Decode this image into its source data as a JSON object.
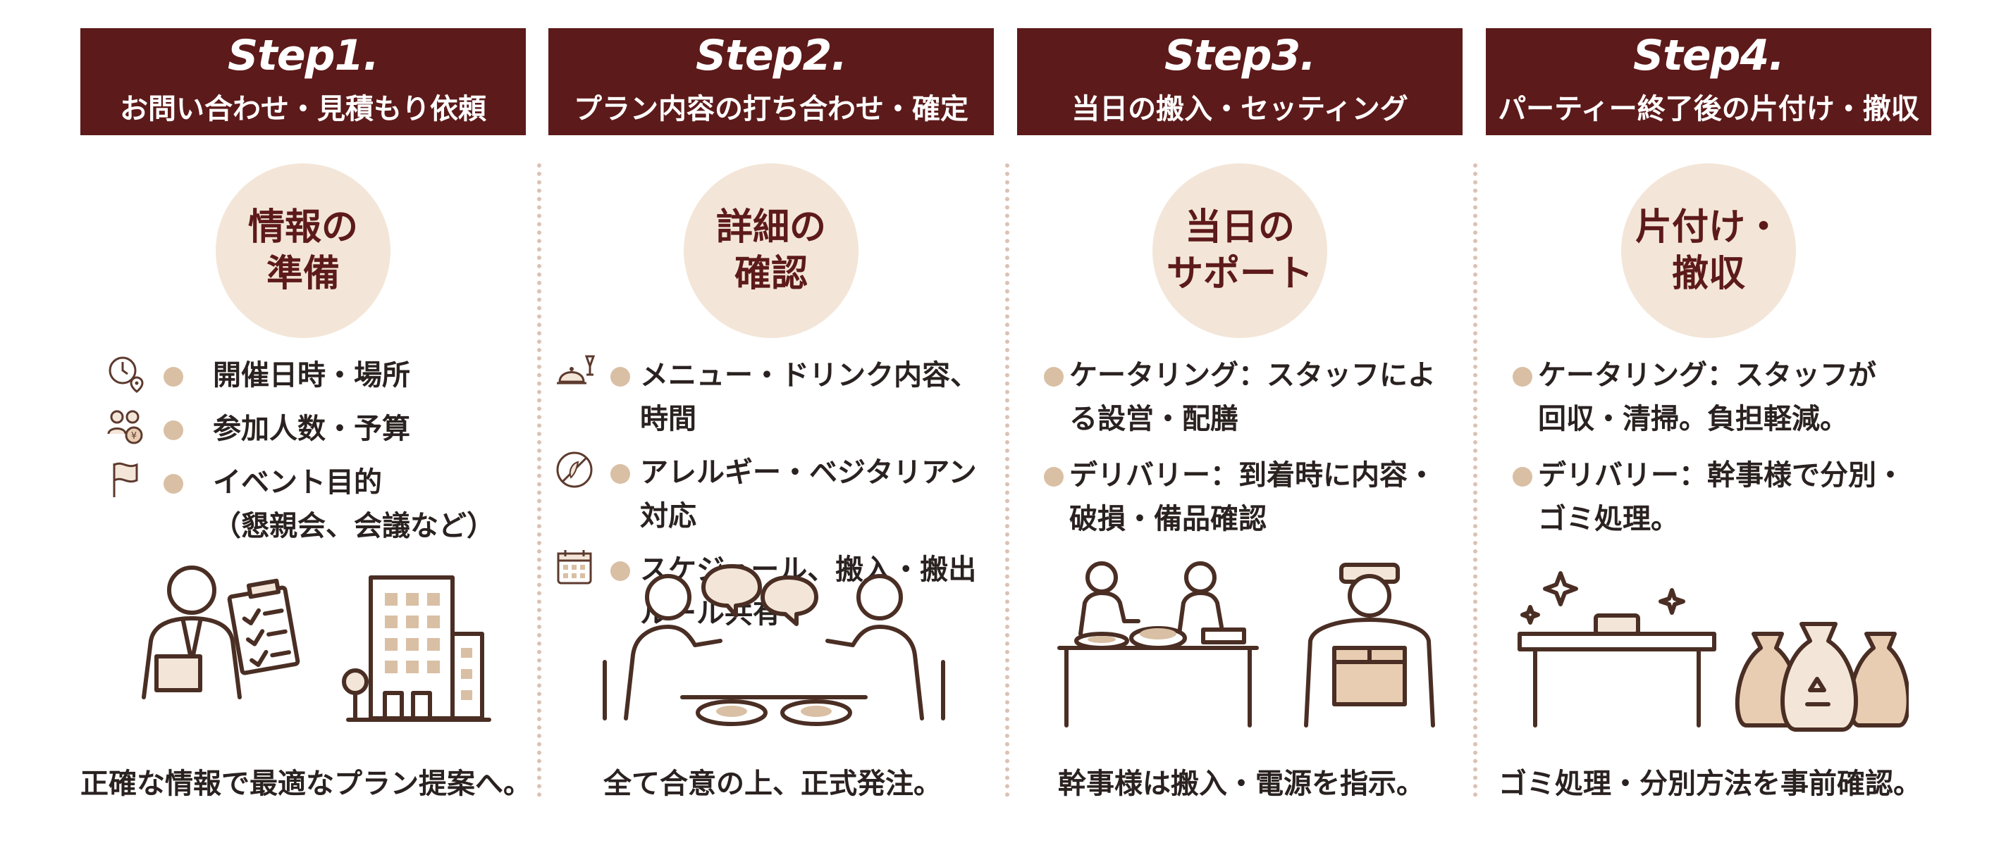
{
  "colors": {
    "header_bg": "#5d1a1a",
    "circle_bg": "#f3e6d8",
    "bullet": "#d9bfa4",
    "divider": "#dcc2b4"
  },
  "steps": [
    {
      "step": "Step1.",
      "title": "お問い合わせ・見積もり依頼",
      "circle": "情報の\n準備",
      "items": [
        {
          "icon": "clock-location-icon",
          "text": "開催日時・場所"
        },
        {
          "icon": "people-budget-icon",
          "text": "参加人数・予算"
        },
        {
          "icon": "flag-icon",
          "text": "イベント目的\n（懇親会、会議など）"
        }
      ],
      "illustration": "person-clipboard-building-illustration",
      "caption": "正確な情報で最適なプラン提案へ。"
    },
    {
      "step": "Step2.",
      "title": "プラン内容の打ち合わせ・確定",
      "circle": "詳細の\n確認",
      "items": [
        {
          "icon": "cloche-drink-icon",
          "text": "メニュー・ドリンク内容、時間"
        },
        {
          "icon": "no-allergy-icon",
          "text": "アレルギー・ベジタリアン対応"
        },
        {
          "icon": "calendar-icon",
          "text": "スケジュール、搬入・搬出\nルール共有"
        }
      ],
      "illustration": "meeting-discussion-illustration",
      "caption": "全て合意の上、正式発注。"
    },
    {
      "step": "Step3.",
      "title": "当日の搬入・セッティング",
      "circle": "当日の\nサポート",
      "items": [
        {
          "icon": "",
          "text": "ケータリング：スタッフによ\nる設営・配膳"
        },
        {
          "icon": "",
          "text": "デリバリー：到着時に内容・\n破損・備品確認"
        }
      ],
      "illustration": "catering-delivery-illustration",
      "caption": "幹事様は搬入・電源を指示。"
    },
    {
      "step": "Step4.",
      "title": "パーティー終了後の片付け・撤収",
      "circle": "片付け・\n撤収",
      "items": [
        {
          "icon": "",
          "text": "ケータリング：スタッフが\n回収・清掃。負担軽減。"
        },
        {
          "icon": "",
          "text": "デリバリー：幹事様で分別・\nゴミ処理。"
        }
      ],
      "illustration": "clean-table-garbage-bags-illustration",
      "caption": "ゴミ処理・分別方法を事前確認。"
    }
  ]
}
